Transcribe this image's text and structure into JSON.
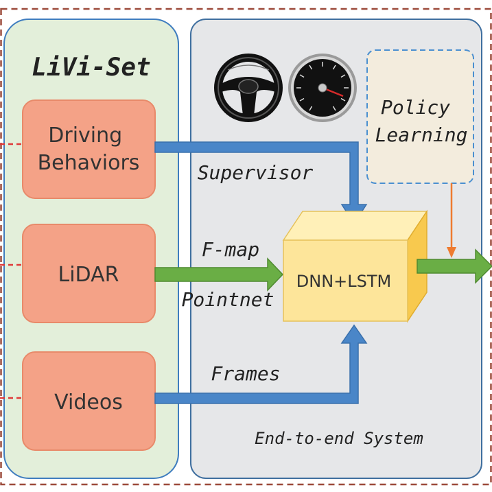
{
  "diagram": {
    "left_panel": {
      "title": "LiVi-Set",
      "inputs": [
        {
          "lines": [
            "Driving",
            "Behaviors"
          ]
        },
        {
          "lines": [
            "LiDAR"
          ]
        },
        {
          "lines": [
            "Videos"
          ]
        }
      ]
    },
    "right_panel": {
      "label": "End-to-end System",
      "icons": [
        "steering-wheel-icon",
        "speedometer-icon"
      ],
      "policy_box": {
        "lines": [
          "Policy",
          "Learning"
        ]
      },
      "core_box": {
        "label": "DNN+LSTM"
      }
    },
    "edge_labels": {
      "supervisor": "Supervisor",
      "fmap": "F-map",
      "pointnet": "Pointnet",
      "frames": "Frames"
    },
    "colors": {
      "left_panel_fill": "#e3efda",
      "left_panel_border": "#3f7dbf",
      "right_panel_fill": "#e6e7e9",
      "right_panel_border": "#3f6f9f",
      "input_box_fill": "#f4a287",
      "input_box_border": "#e88a6a",
      "policy_fill": "#f3ecdd",
      "policy_border": "#4a8fd0",
      "core_fill": "#fde59a",
      "core_side": "#f8c94e",
      "core_top": "#fff0b8",
      "blue_arrow": "#4a86c8",
      "green_arrow": "#6aae45",
      "orange_arrow": "#ee7b30",
      "outer_dash": "#9c4a3a",
      "input_dash": "#e03a3a"
    }
  }
}
